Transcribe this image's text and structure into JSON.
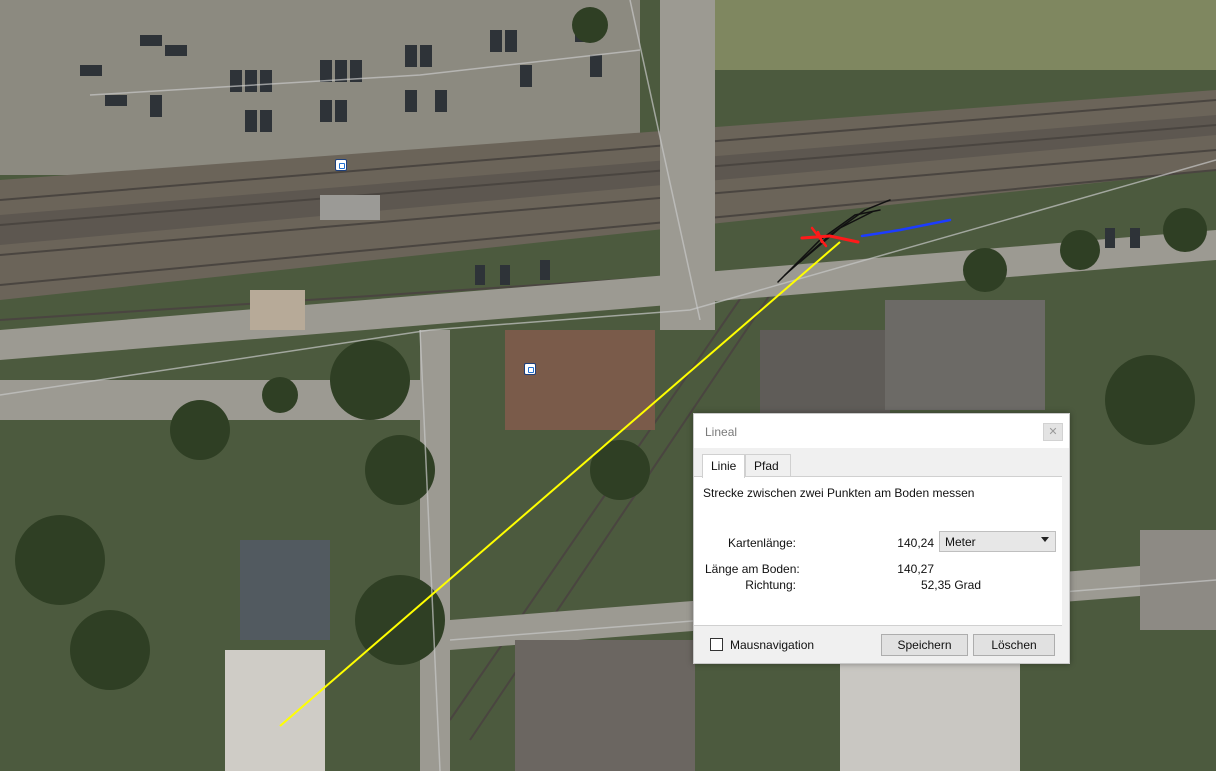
{
  "dialog": {
    "title": "Lineal",
    "close_glyph": "✕",
    "tabs": [
      {
        "label": "Linie",
        "active": true
      },
      {
        "label": "Pfad",
        "active": false
      }
    ],
    "description": "Strecke zwischen zwei Punkten am Boden messen",
    "fields": {
      "map_length_label": "Kartenlänge:",
      "map_length_value": "140,24",
      "unit_selected": "Meter",
      "ground_length_label": "Länge am Boden:",
      "ground_length_value": "140,27",
      "direction_label": "Richtung:",
      "direction_value": "52,35 Grad"
    },
    "footer": {
      "mouse_navigation_label": "Mausnavigation",
      "mouse_navigation_checked": false,
      "save_label": "Speichern",
      "delete_label": "Löschen"
    }
  },
  "map": {
    "measure_line_color": "#ffff00",
    "sketch_red_color": "#ff1a1a",
    "sketch_blue_color": "#1c3cff",
    "sketch_black_color": "#111111",
    "marker_icons": [
      "parking-marker-icon",
      "building-marker-icon"
    ]
  }
}
